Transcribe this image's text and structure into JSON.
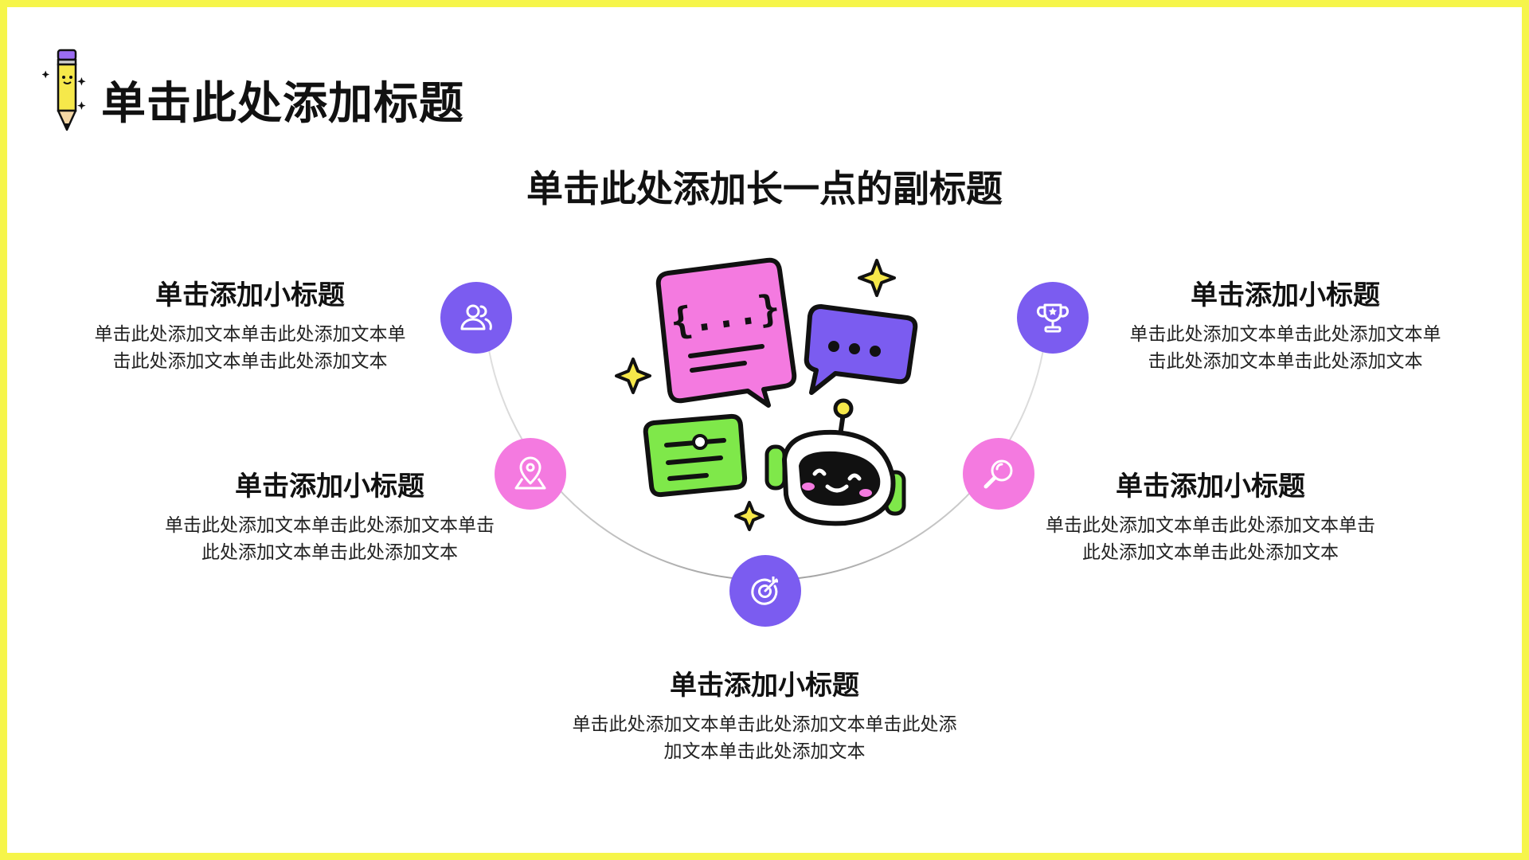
{
  "colors": {
    "border": "#f6f54a",
    "purple": "#7b5cf0",
    "pink": "#f47ae0",
    "green": "#7fe84a",
    "yellow": "#f6e84a",
    "text": "#111111"
  },
  "header": {
    "title": "单击此处添加标题",
    "subtitle": "单击此处添加长一点的副标题"
  },
  "items": [
    {
      "title": "单击添加小标题",
      "text": "单击此处添加文本单击此处添加文本单击此处添加文本单击此处添加文本",
      "icon": "users-icon",
      "color": "#7b5cf0"
    },
    {
      "title": "单击添加小标题",
      "text": "单击此处添加文本单击此处添加文本单击此处添加文本单击此处添加文本",
      "icon": "location-pin-icon",
      "color": "#f47ae0"
    },
    {
      "title": "单击添加小标题",
      "text": "单击此处添加文本单击此处添加文本单击此处添加文本单击此处添加文本",
      "icon": "target-arrow-icon",
      "color": "#7b5cf0"
    },
    {
      "title": "单击添加小标题",
      "text": "单击此处添加文本单击此处添加文本单击此处添加文本单击此处添加文本",
      "icon": "magnifier-icon",
      "color": "#f47ae0"
    },
    {
      "title": "单击添加小标题",
      "text": "单击此处添加文本单击此处添加文本单击此处添加文本单击此处添加文本",
      "icon": "trophy-icon",
      "color": "#7b5cf0"
    }
  ],
  "illustration": {
    "code_bubble_text": "{...}",
    "icons": [
      "pencil-mascot-icon",
      "chatbot-robot-icon",
      "chat-bubble-icon",
      "sparkle-icon"
    ]
  }
}
